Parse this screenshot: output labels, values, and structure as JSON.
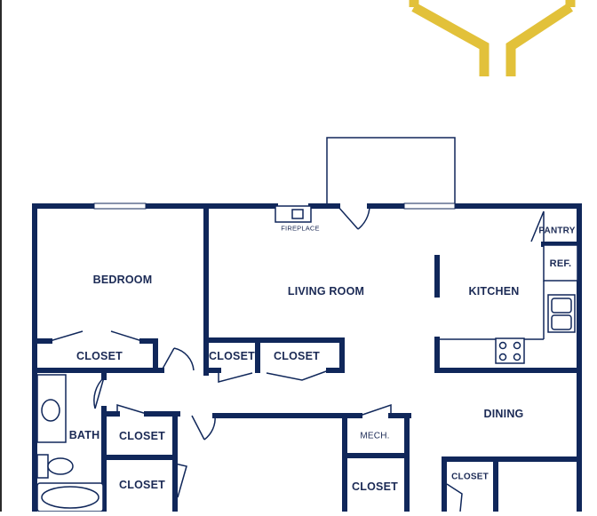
{
  "colors": {
    "wall": "#10275a",
    "logo": "#e2c13a",
    "window": "#c9d3e4",
    "fixture": "#10275a"
  },
  "logo": {
    "icon": "gold-chevron-monogram-icon"
  },
  "rooms": {
    "bedroom": "BEDROOM",
    "living_room": "LIVING ROOM",
    "kitchen": "KITCHEN",
    "dining": "DINING",
    "bath": "BATH",
    "pantry": "PANTRY",
    "ref": "REF.",
    "mech": "MECH.",
    "fireplace": "FIREPLACE",
    "closet_bedroom": "CLOSET",
    "closet_living_1": "CLOSET",
    "closet_living_2": "CLOSET",
    "closet_hall_1": "CLOSET",
    "closet_hall_2": "CLOSET",
    "closet_mech": "CLOSET",
    "closet_dining": "CLOSET"
  }
}
